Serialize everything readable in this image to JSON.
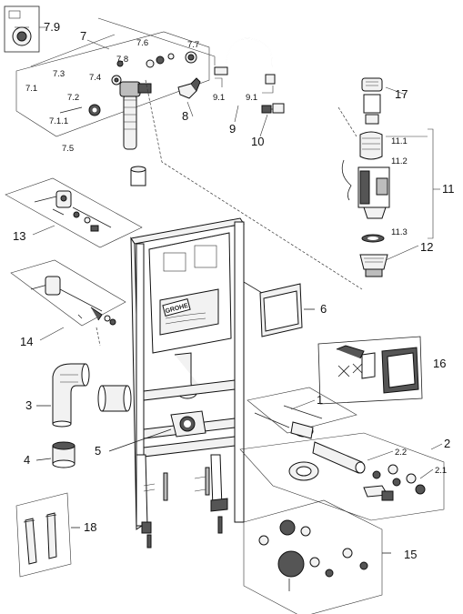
{
  "labels": {
    "l1": "1",
    "l2": "2",
    "l2_1": "2.1",
    "l2_2": "2.2",
    "l3": "3",
    "l4": "4",
    "l5": "5",
    "l6": "6",
    "l7": "7",
    "l7_1": "7.1",
    "l7_1_1": "7.1.1",
    "l7_2": "7.2",
    "l7_3": "7.3",
    "l7_4": "7.4",
    "l7_5": "7.5",
    "l7_6": "7.6",
    "l7_7": "7.7",
    "l7_8": "7.8",
    "l7_9": "7.9",
    "l8": "8",
    "l9": "9",
    "l9_1a": "9.1",
    "l9_1b": "9.1",
    "l10": "10",
    "l11": "11",
    "l11_1": "11.1",
    "l11_2": "11.2",
    "l11_3": "11.3",
    "l12": "12",
    "l13": "13",
    "l14": "14",
    "l15": "15",
    "l16": "16",
    "l17": "17",
    "l18": "18"
  },
  "brand": "GROHE",
  "colors": {
    "line": "#222222",
    "fill_light": "#f2f2f2",
    "fill_dark": "#555555"
  }
}
